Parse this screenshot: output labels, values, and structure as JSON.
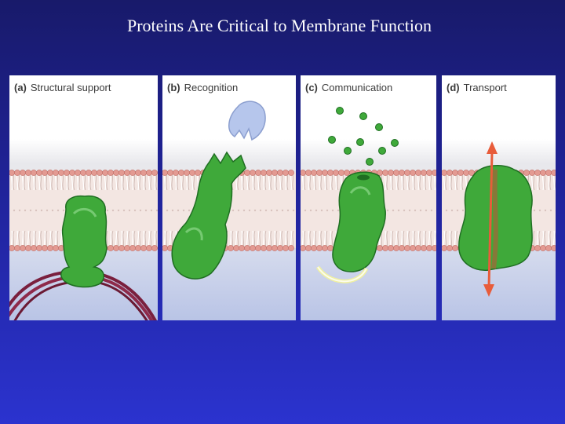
{
  "slide": {
    "title": "Proteins Are Critical to Membrane Function"
  },
  "panels": [
    {
      "letter": "(a)",
      "label": "Structural support"
    },
    {
      "letter": "(b)",
      "label": "Recognition"
    },
    {
      "letter": "(c)",
      "label": "Communication"
    },
    {
      "letter": "(d)",
      "label": "Transport"
    }
  ],
  "colors": {
    "protein": "#3fa93a",
    "protein_dark": "#1f6e22",
    "lipid_head": "#e39a92",
    "lipid_tail": "#ffffff",
    "fiber": "#7a1f3d",
    "arrow": "#e85c3a",
    "receptor_ball": "#b6c6ec"
  }
}
